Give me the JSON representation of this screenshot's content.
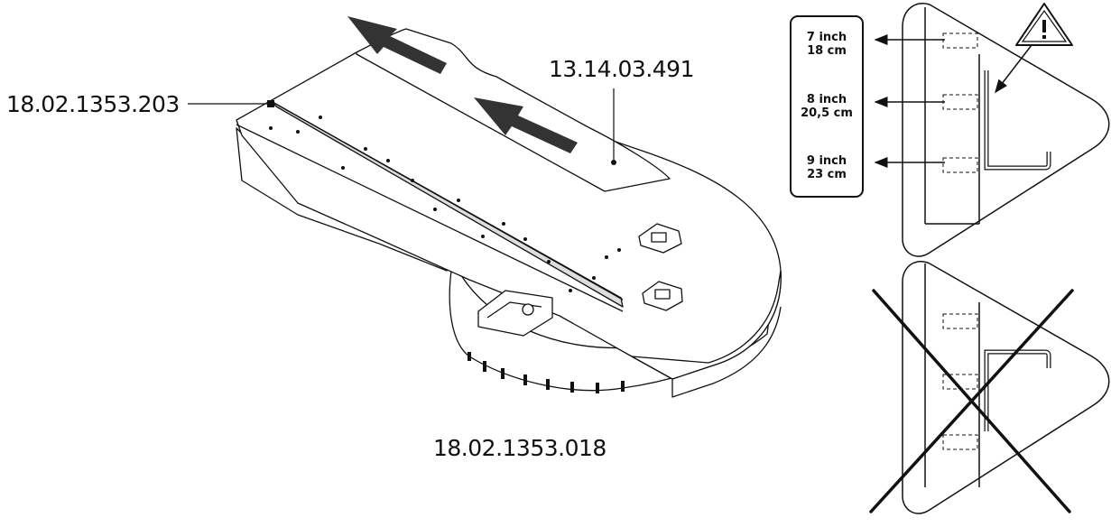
{
  "part_numbers": {
    "top_plate": "13.14.03.491",
    "side_rail": "18.02.1353.203",
    "base_unit": "18.02.1353.018"
  },
  "size_table": [
    {
      "inch": "7 inch",
      "cm": "18 cm"
    },
    {
      "inch": "8 inch",
      "cm": "20,5 cm"
    },
    {
      "inch": "9 inch",
      "cm": "23 cm"
    }
  ],
  "colors": {
    "line": "#111111",
    "fill": "#ffffff",
    "arrow": "#333333"
  },
  "icons": {
    "warning": "warning-triangle-icon",
    "wrong": "cross-mark-icon"
  }
}
